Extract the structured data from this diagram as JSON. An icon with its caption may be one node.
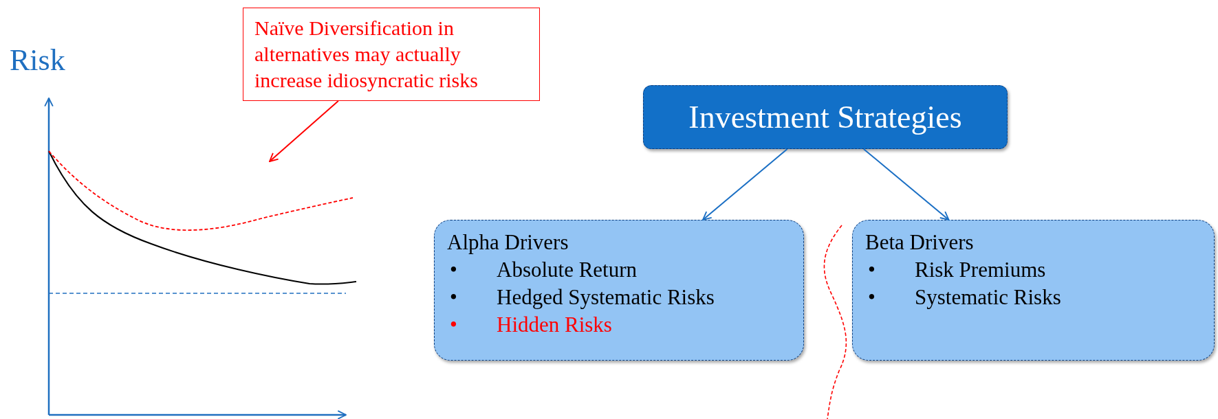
{
  "diagram": {
    "nodes": [
      {
        "text": [
          "Naïve Diversification in alternatives may actually increase idiosyncratic risks"
        ]
      },
      {
        "text": [
          "Investment Strategies"
        ]
      },
      {
        "text": [
          "Alpha Drivers",
          "•",
          "Absolute Return",
          "•",
          "Hedged Systematic Risks",
          "•",
          "Hidden Risks"
        ]
      },
      {
        "text": [
          "Beta Drivers",
          "•",
          "Risk Premiums",
          "•",
          "Systematic Risks"
        ]
      }
    ],
    "edges": [
      {
        "from": 0,
        "to": null,
        "arrow": "to",
        "color": "#ff0000"
      },
      {
        "from": 1,
        "to": 2,
        "arrow": "to"
      },
      {
        "from": 1,
        "to": 3,
        "arrow": "to"
      }
    ],
    "labels": [
      "Risk"
    ]
  }
}
